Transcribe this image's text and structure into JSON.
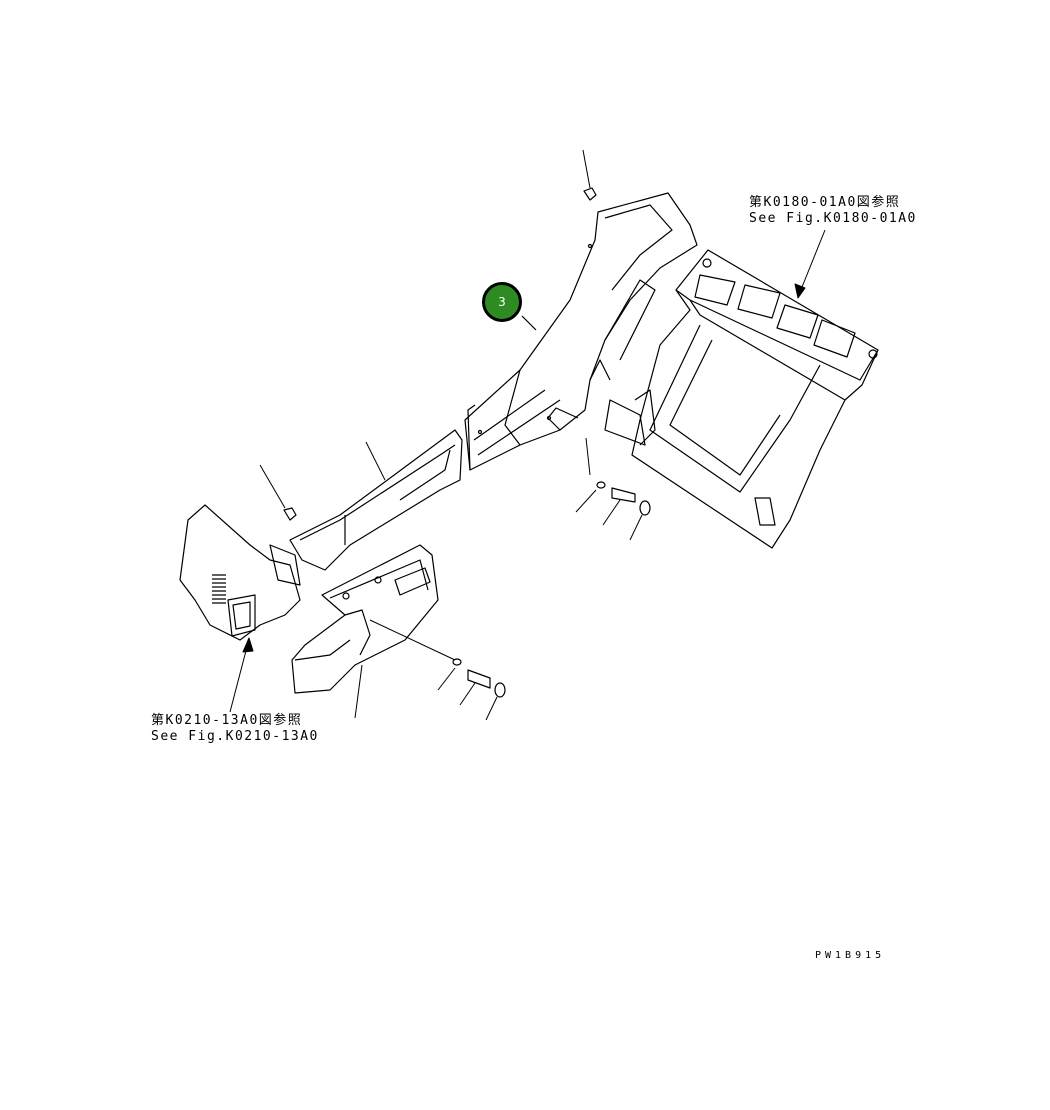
{
  "references": {
    "top": {
      "jp": "第K0180-01A0図参照",
      "en": "See Fig.K0180-01A0"
    },
    "left": {
      "jp": "第K0210-13A0図参照",
      "en": "See Fig.K0210-13A0"
    }
  },
  "callout": {
    "number": "3",
    "color": "#2e8b22"
  },
  "drawing_id": "PW1B915"
}
